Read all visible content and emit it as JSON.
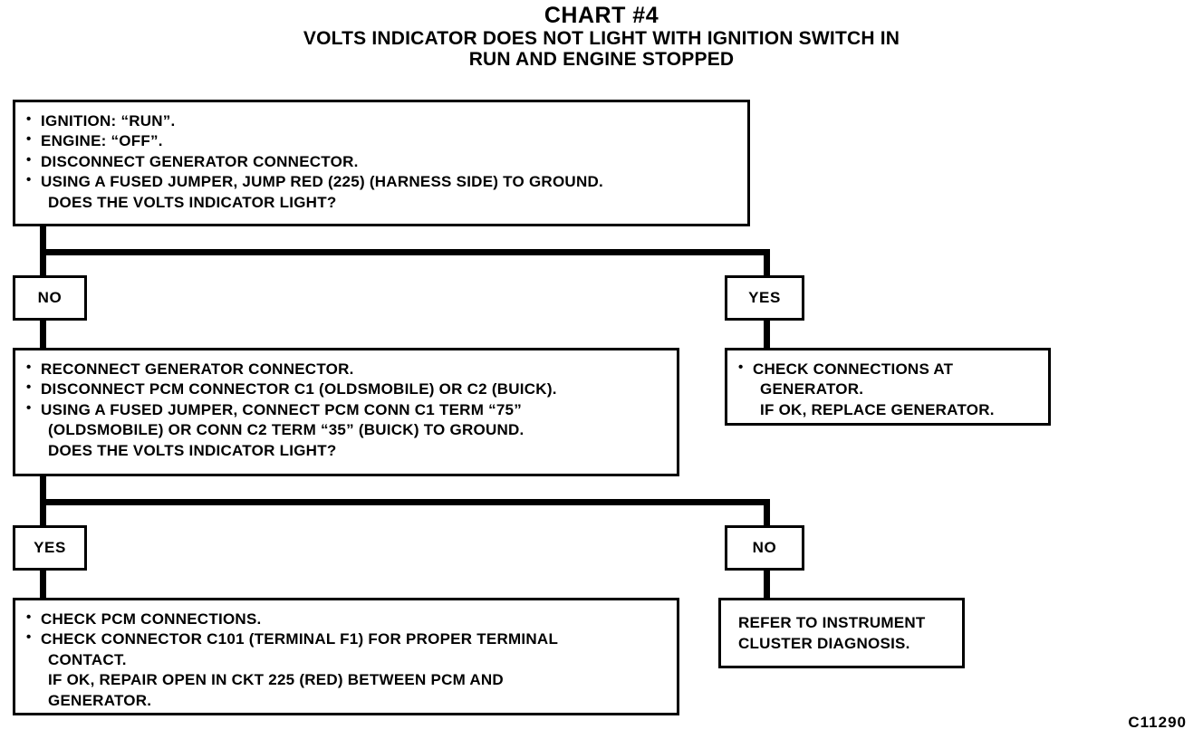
{
  "title": {
    "main": "CHART #4",
    "sub_line1": "VOLTS INDICATOR DOES NOT LIGHT WITH IGNITION SWITCH IN",
    "sub_line2": "RUN AND ENGINE STOPPED"
  },
  "ref_code": "C11290",
  "chart_data": {
    "type": "diagram",
    "title": "CHART #4 - VOLTS INDICATOR DOES NOT LIGHT WITH IGNITION SWITCH IN RUN AND ENGINE STOPPED",
    "nodes": [
      {
        "id": "step1",
        "kind": "process",
        "lines": [
          {
            "text": "IGNITION: “RUN”.",
            "bullet": true
          },
          {
            "text": "ENGINE: “OFF”.",
            "bullet": true
          },
          {
            "text": "DISCONNECT GENERATOR CONNECTOR.",
            "bullet": true
          },
          {
            "text": "USING A FUSED JUMPER, JUMP RED (225) (HARNESS SIDE) TO GROUND.",
            "bullet": true
          },
          {
            "text": "DOES THE VOLTS INDICATOR LIGHT?",
            "bullet": false
          }
        ]
      },
      {
        "id": "branch1_no",
        "kind": "label",
        "text": "NO"
      },
      {
        "id": "branch1_yes",
        "kind": "label",
        "text": "YES"
      },
      {
        "id": "step2",
        "kind": "process",
        "lines": [
          {
            "text": "RECONNECT GENERATOR CONNECTOR.",
            "bullet": true
          },
          {
            "text": "DISCONNECT PCM CONNECTOR C1 (OLDSMOBILE) OR C2 (BUICK).",
            "bullet": true
          },
          {
            "text": "USING A FUSED JUMPER, CONNECT PCM CONN C1 TERM “75”",
            "bullet": true
          },
          {
            "text": "(OLDSMOBILE) OR CONN C2 TERM “35” (BUICK) TO GROUND.",
            "bullet": false
          },
          {
            "text": "DOES THE VOLTS INDICATOR LIGHT?",
            "bullet": false
          }
        ]
      },
      {
        "id": "result_generator",
        "kind": "process",
        "lines": [
          {
            "text": "CHECK CONNECTIONS AT",
            "bullet": true
          },
          {
            "text": "GENERATOR.",
            "bullet": false
          },
          {
            "text": "IF OK, REPLACE GENERATOR.",
            "bullet": false
          }
        ]
      },
      {
        "id": "branch2_yes",
        "kind": "label",
        "text": "YES"
      },
      {
        "id": "branch2_no",
        "kind": "label",
        "text": "NO"
      },
      {
        "id": "result_pcm",
        "kind": "process",
        "lines": [
          {
            "text": "CHECK PCM CONNECTIONS.",
            "bullet": true
          },
          {
            "text": "CHECK CONNECTOR C101 (TERMINAL F1) FOR PROPER TERMINAL",
            "bullet": true
          },
          {
            "text": "CONTACT.",
            "bullet": false
          },
          {
            "text": "IF OK, REPAIR OPEN IN CKT 225 (RED) BETWEEN PCM AND",
            "bullet": false
          },
          {
            "text": "GENERATOR.",
            "bullet": false
          }
        ]
      },
      {
        "id": "result_cluster",
        "kind": "process",
        "lines": [
          {
            "text": "REFER TO INSTRUMENT",
            "bullet": false
          },
          {
            "text": "CLUSTER DIAGNOSIS.",
            "bullet": false
          }
        ]
      }
    ],
    "edges": [
      {
        "from": "step1",
        "to": "branch1_no",
        "label": "NO"
      },
      {
        "from": "step1",
        "to": "branch1_yes",
        "label": "YES"
      },
      {
        "from": "branch1_no",
        "to": "step2",
        "label": ""
      },
      {
        "from": "branch1_yes",
        "to": "result_generator",
        "label": ""
      },
      {
        "from": "step2",
        "to": "branch2_yes",
        "label": "YES"
      },
      {
        "from": "step2",
        "to": "branch2_no",
        "label": "NO"
      },
      {
        "from": "branch2_yes",
        "to": "result_pcm",
        "label": ""
      },
      {
        "from": "branch2_no",
        "to": "result_cluster",
        "label": ""
      }
    ]
  },
  "boxes": {
    "step1": {
      "l0": "IGNITION: “RUN”.",
      "l1": "ENGINE: “OFF”.",
      "l2": "DISCONNECT GENERATOR CONNECTOR.",
      "l3": "USING A FUSED JUMPER, JUMP RED (225) (HARNESS SIDE) TO GROUND.",
      "l4": "DOES THE VOLTS INDICATOR LIGHT?"
    },
    "step2": {
      "l0": "RECONNECT GENERATOR CONNECTOR.",
      "l1": "DISCONNECT PCM CONNECTOR C1 (OLDSMOBILE) OR C2 (BUICK).",
      "l2": "USING A FUSED JUMPER, CONNECT PCM CONN C1 TERM “75”",
      "l3": "(OLDSMOBILE) OR CONN C2 TERM “35” (BUICK) TO GROUND.",
      "l4": "DOES THE VOLTS INDICATOR LIGHT?"
    },
    "result_generator": {
      "l0": "CHECK CONNECTIONS AT",
      "l1": "GENERATOR.",
      "l2": "IF OK, REPLACE GENERATOR."
    },
    "result_pcm": {
      "l0": "CHECK PCM CONNECTIONS.",
      "l1": "CHECK CONNECTOR C101 (TERMINAL F1) FOR PROPER TERMINAL",
      "l2": "CONTACT.",
      "l3": "IF OK, REPAIR OPEN IN CKT 225 (RED) BETWEEN PCM AND",
      "l4": "GENERATOR."
    },
    "result_cluster": {
      "l0": "REFER TO INSTRUMENT",
      "l1": "CLUSTER DIAGNOSIS."
    }
  },
  "labels": {
    "branch1_no": "NO",
    "branch1_yes": "YES",
    "branch2_yes": "YES",
    "branch2_no": "NO"
  }
}
